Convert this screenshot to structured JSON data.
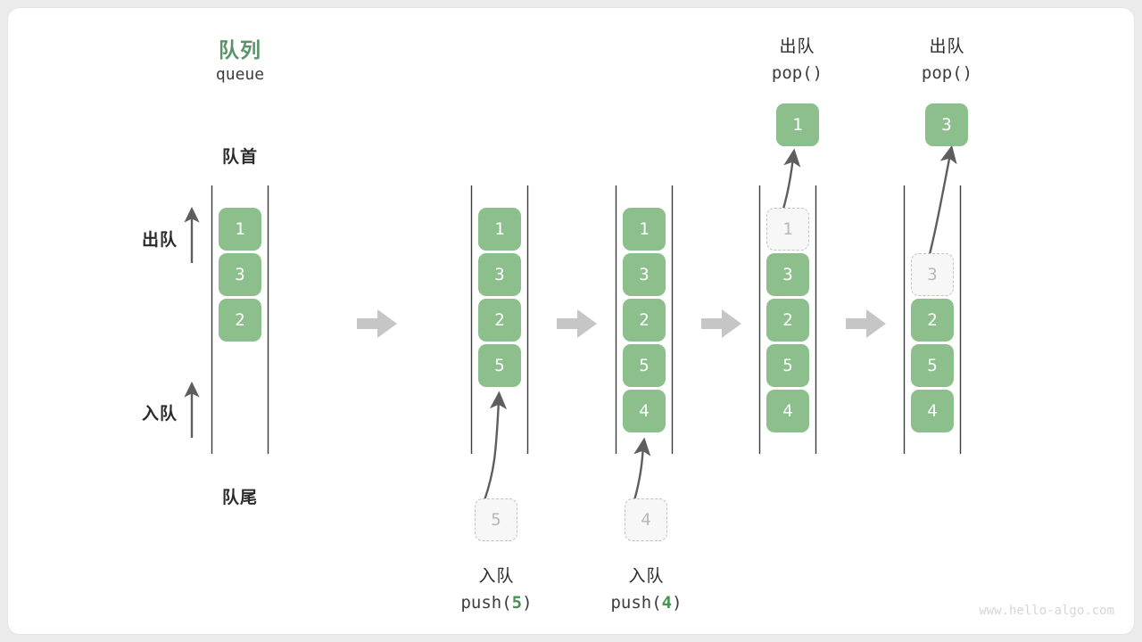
{
  "diagram": {
    "title_cn": "队列",
    "title_code": "queue",
    "front_label": "队首",
    "rear_label": "队尾",
    "dequeue_side_label": "出队",
    "enqueue_side_label": "入队",
    "watermark": "www.hello-algo.com",
    "accent_green": "#5a9367",
    "cell_green": "#8cbf8c",
    "ghost_gray": "#b9b9b9",
    "arrow_gray": "#5e5e5e",
    "transition_arrow_gray": "#c6c6c6"
  },
  "columns": [
    {
      "id": "state-initial",
      "cells": [
        "1",
        "3",
        "2"
      ],
      "incoming": null,
      "popped": null,
      "op_cn": null,
      "op_code": null
    },
    {
      "id": "state-after-push-5",
      "cells": [
        "1",
        "3",
        "2",
        "5"
      ],
      "incoming": "5",
      "popped": null,
      "op_cn": "入队",
      "op_code_prefix": "push(",
      "op_code_num": "5",
      "op_code_suffix": ")"
    },
    {
      "id": "state-after-push-4",
      "cells": [
        "1",
        "3",
        "2",
        "5",
        "4"
      ],
      "incoming": "4",
      "popped": null,
      "op_cn": "入队",
      "op_code_prefix": "push(",
      "op_code_num": "4",
      "op_code_suffix": ")"
    },
    {
      "id": "state-pop-1",
      "cells": [
        "1",
        "3",
        "2",
        "5",
        "4"
      ],
      "ghost_index": 0,
      "popped": "1",
      "op_cn": "出队",
      "op_code_prefix": "pop(",
      "op_code_num": "",
      "op_code_suffix": ")"
    },
    {
      "id": "state-pop-3",
      "cells": [
        "3",
        "2",
        "5",
        "4"
      ],
      "ghost_index": 0,
      "ghost_slot": 1,
      "popped": "3",
      "op_cn": "出队",
      "op_code_prefix": "pop(",
      "op_code_num": "",
      "op_code_suffix": ")"
    }
  ],
  "transitions": [
    "arrow-1",
    "arrow-2",
    "arrow-3",
    "arrow-4"
  ]
}
